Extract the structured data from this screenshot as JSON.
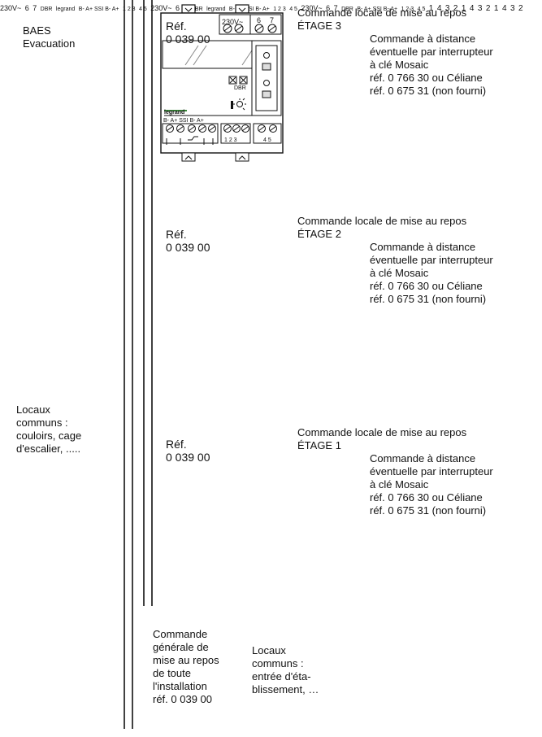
{
  "labels": {
    "baes": "BAES\nEvacuation",
    "locaux_communs_1": "Locaux\ncommuns :\ncouloirs, cage\nd'escalier, .....",
    "locaux_communs_2": "Locaux\ncommuns :\nentrée d'éta-\nblissement, …",
    "commande_generale": "Commande\ngénérale de\nmise au repos\nde toute\nl'installation\nréf. 0 039 00"
  },
  "floors": [
    {
      "id": "etage-3",
      "local_title": "Commande locale de mise au repos\nÉTAGE 3",
      "remote_text": "Commande à distance\néventuelle par interrupteur\nà clé Mosaic\nréf. 0 766 30 ou Céliane\nréf. 0 675 31 (non fourni)",
      "ref": "Réf.\n0 039 00"
    },
    {
      "id": "etage-2",
      "local_title": "Commande locale de mise au repos\nÉTAGE 2",
      "remote_text": "Commande à distance\néventuelle par interrupteur\nà clé Mosaic\nréf. 0 766 30 ou Céliane\nréf. 0 675 31 (non fourni)",
      "ref": "Réf.\n0 039 00"
    },
    {
      "id": "etage-1",
      "local_title": "Commande locale de mise au repos\nÉTAGE 1",
      "remote_text": "Commande à distance\néventuelle par interrupteur\nà clé Mosaic\nréf. 0 766 30 ou Céliane\nréf. 0 675 31 (non fourni)",
      "ref": "Réf.\n0 039 00"
    }
  ],
  "module": {
    "supply": "230V~",
    "t6": "6",
    "t7": "7",
    "bottom_left": "B- A+  SSI   B- A+",
    "bottom_nums": "1 2 3",
    "bottom_45": "4 5",
    "brand": "legrand",
    "dbr": "DBR"
  },
  "key_switch": {
    "n1": "1",
    "n2": "2",
    "n3": "3",
    "n4": "4"
  },
  "colors": {
    "main_box": "#f9dfd3",
    "key_plate": "#f7d9cc",
    "line": "#111111"
  }
}
